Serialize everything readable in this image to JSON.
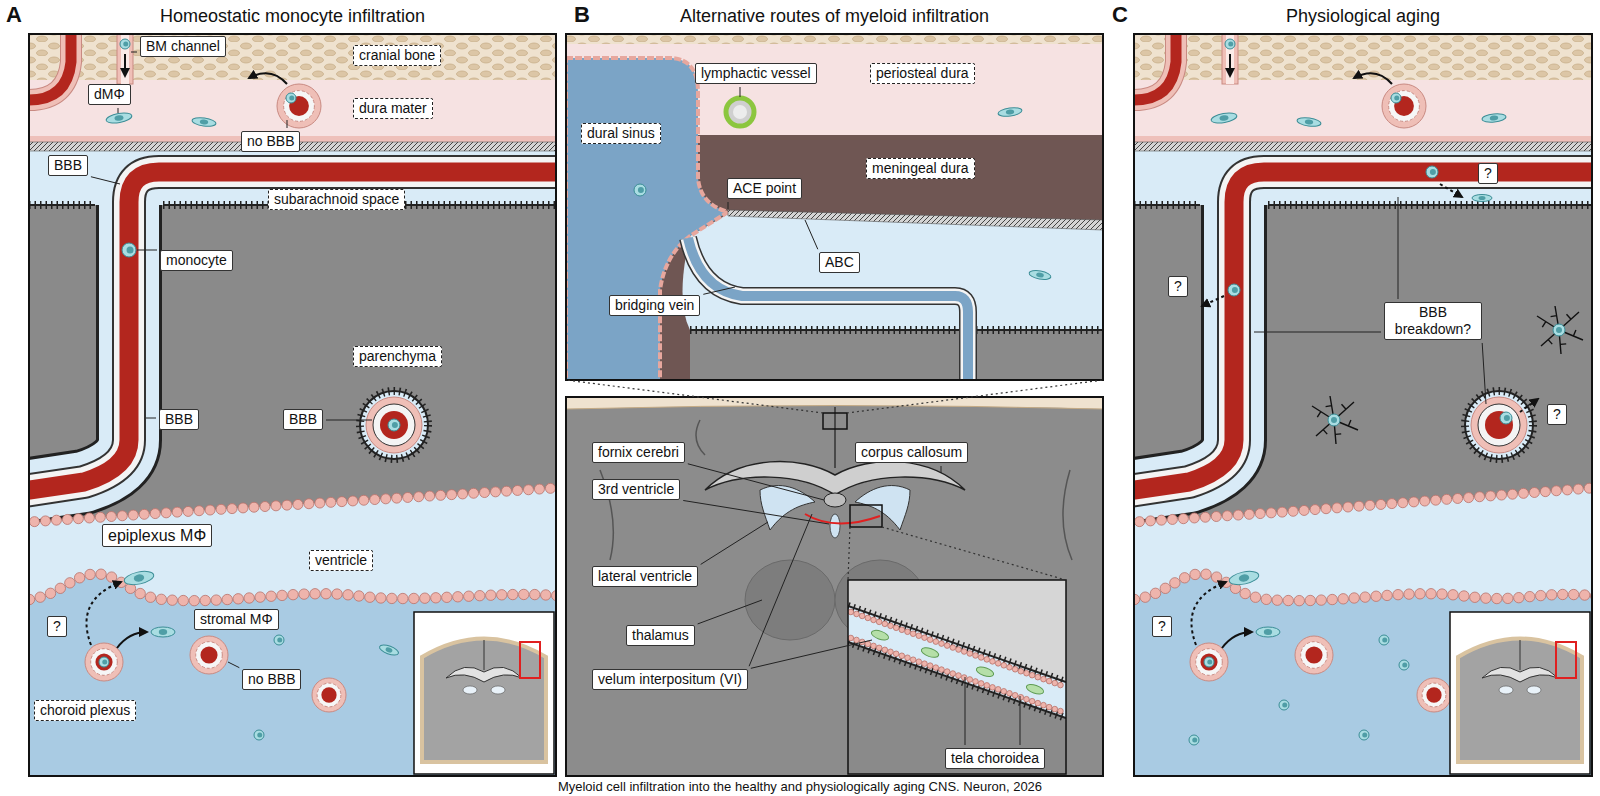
{
  "diagram": {
    "caption": "Myeloid cell infiltration into the healthy and physiologically aging CNS. Neuron, 2026",
    "nodes": [
      {
        "text": [
          "A",
          "Homeostatic monocyte infiltration"
        ]
      },
      {
        "text": [
          "BM channel"
        ],
        "in": 0
      },
      {
        "text": [
          "cranial bone"
        ],
        "in": 0
      },
      {
        "text": [
          "dMΦ"
        ],
        "in": 0
      },
      {
        "text": [
          "dura mater"
        ],
        "in": 0
      },
      {
        "text": [
          "no BBB"
        ],
        "in": 0
      },
      {
        "text": [
          "BBB"
        ],
        "in": 0
      },
      {
        "text": [
          "subarachnoid space"
        ],
        "in": 0
      },
      {
        "text": [
          "monocyte"
        ],
        "in": 0
      },
      {
        "text": [
          "parenchyma"
        ],
        "in": 0
      },
      {
        "text": [
          "BBB"
        ],
        "in": 0
      },
      {
        "text": [
          "BBB"
        ],
        "in": 0
      },
      {
        "text": [
          "epiplexus MΦ"
        ],
        "in": 0
      },
      {
        "text": [
          "ventricle"
        ],
        "in": 0
      },
      {
        "text": [
          "?"
        ],
        "in": 0
      },
      {
        "text": [
          "stromal MΦ"
        ],
        "in": 0
      },
      {
        "text": [
          "no BBB"
        ],
        "in": 0
      },
      {
        "text": [
          "choroid plexus"
        ],
        "in": 0
      },
      {
        "text": [
          "B",
          "Alternative routes of myeloid infiltration"
        ]
      },
      {
        "text": [
          "lymphactic vessel"
        ],
        "in": 18
      },
      {
        "text": [
          "periosteal dura"
        ],
        "in": 18
      },
      {
        "text": [
          "dural sinus"
        ],
        "in": 18
      },
      {
        "text": [
          "meningeal dura"
        ],
        "in": 18
      },
      {
        "text": [
          "ACE point"
        ],
        "in": 18
      },
      {
        "text": [
          "ABC"
        ],
        "in": 18
      },
      {
        "text": [
          "bridging vein"
        ],
        "in": 18
      },
      {
        "text": [
          "fornix cerebri"
        ],
        "in": 18
      },
      {
        "text": [
          "corpus callosum"
        ],
        "in": 18
      },
      {
        "text": [
          "3rd ventricle"
        ],
        "in": 18
      },
      {
        "text": [
          "lateral ventricle"
        ],
        "in": 18
      },
      {
        "text": [
          "thalamus"
        ],
        "in": 18
      },
      {
        "text": [
          "velum interpositum (VI)"
        ],
        "in": 18
      },
      {
        "text": [
          "tela choroidea"
        ],
        "in": 18
      },
      {
        "text": [
          "C",
          "Physiological aging"
        ]
      },
      {
        "text": [
          "?"
        ],
        "in": 33
      },
      {
        "text": [
          "?"
        ],
        "in": 33
      },
      {
        "text": [
          "BBB breakdown?"
        ],
        "in": 33
      },
      {
        "text": [
          "?"
        ],
        "in": 33
      },
      {
        "text": [
          "?"
        ],
        "in": 33
      }
    ]
  }
}
